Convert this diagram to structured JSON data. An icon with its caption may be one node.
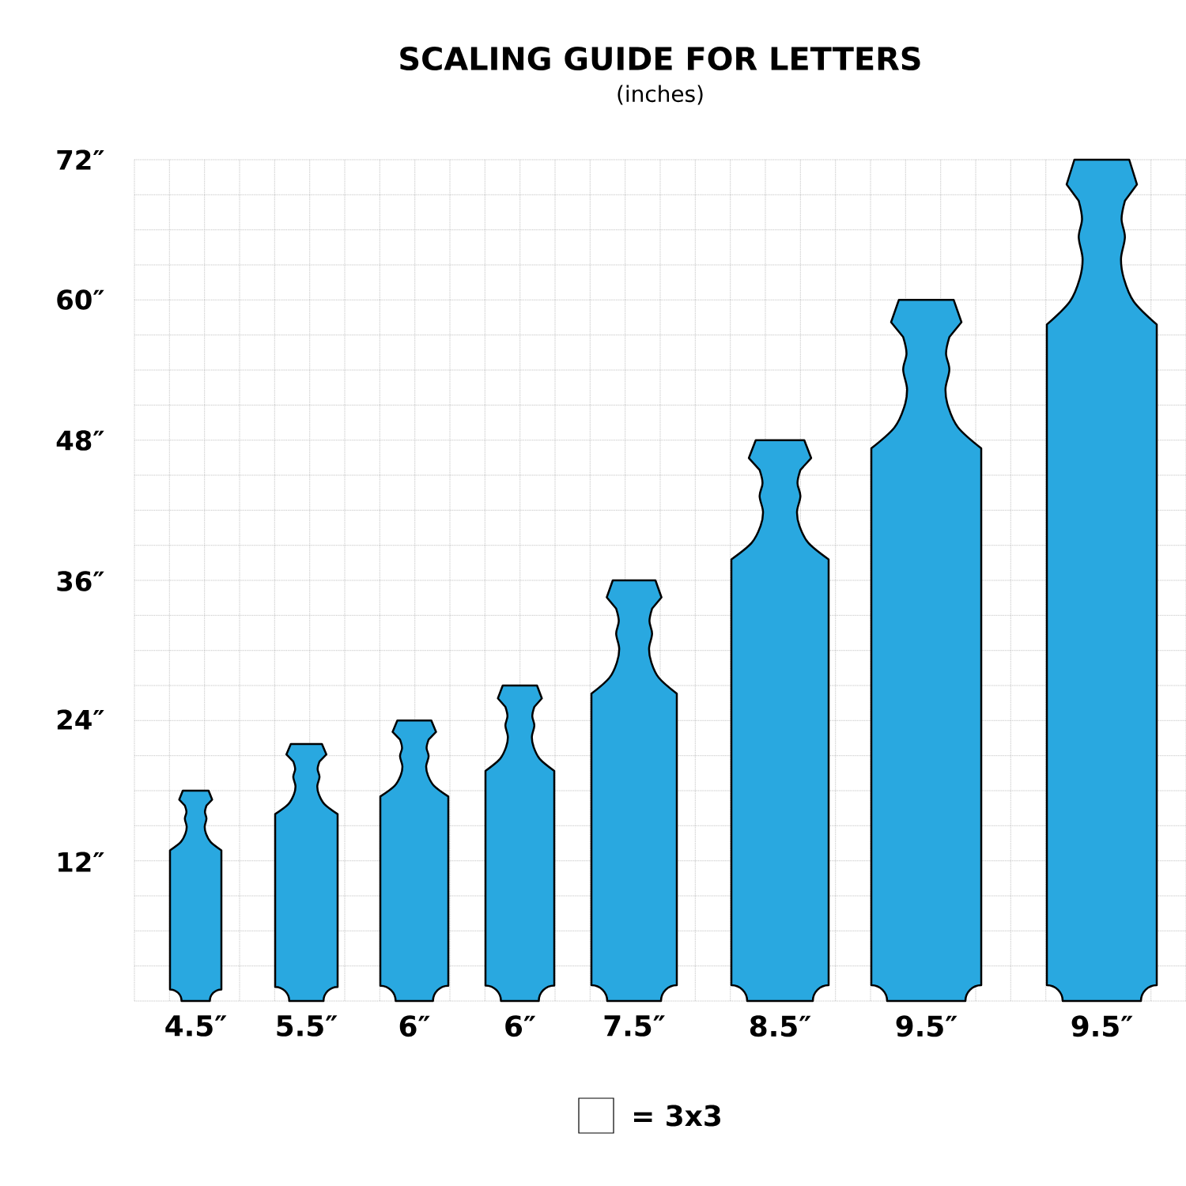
{
  "diagram": {
    "title": "SCALING GUIDE FOR LETTERS",
    "nodes": [
      {
        "text": [],
        "shape": "paddle",
        "beside": [
          "4.5″"
        ]
      },
      {
        "text": [],
        "shape": "paddle",
        "beside": [
          "5.5″"
        ]
      },
      {
        "text": [],
        "shape": "paddle",
        "beside": [
          "6″"
        ]
      },
      {
        "text": [],
        "shape": "paddle",
        "beside": [
          "6″"
        ]
      },
      {
        "text": [],
        "shape": "paddle",
        "beside": [
          "7.5″"
        ]
      },
      {
        "text": [],
        "shape": "paddle",
        "beside": [
          "8.5″"
        ]
      },
      {
        "text": [],
        "shape": "paddle",
        "beside": [
          "9.5″"
        ]
      },
      {
        "text": [],
        "shape": "paddle",
        "beside": [
          "9.5″"
        ]
      }
    ],
    "labels": [
      "(inches)",
      "72″",
      "60″",
      "48″",
      "36″",
      "24″",
      "12″"
    ],
    "legend": [
      {
        "text": "= 3x3"
      }
    ]
  }
}
